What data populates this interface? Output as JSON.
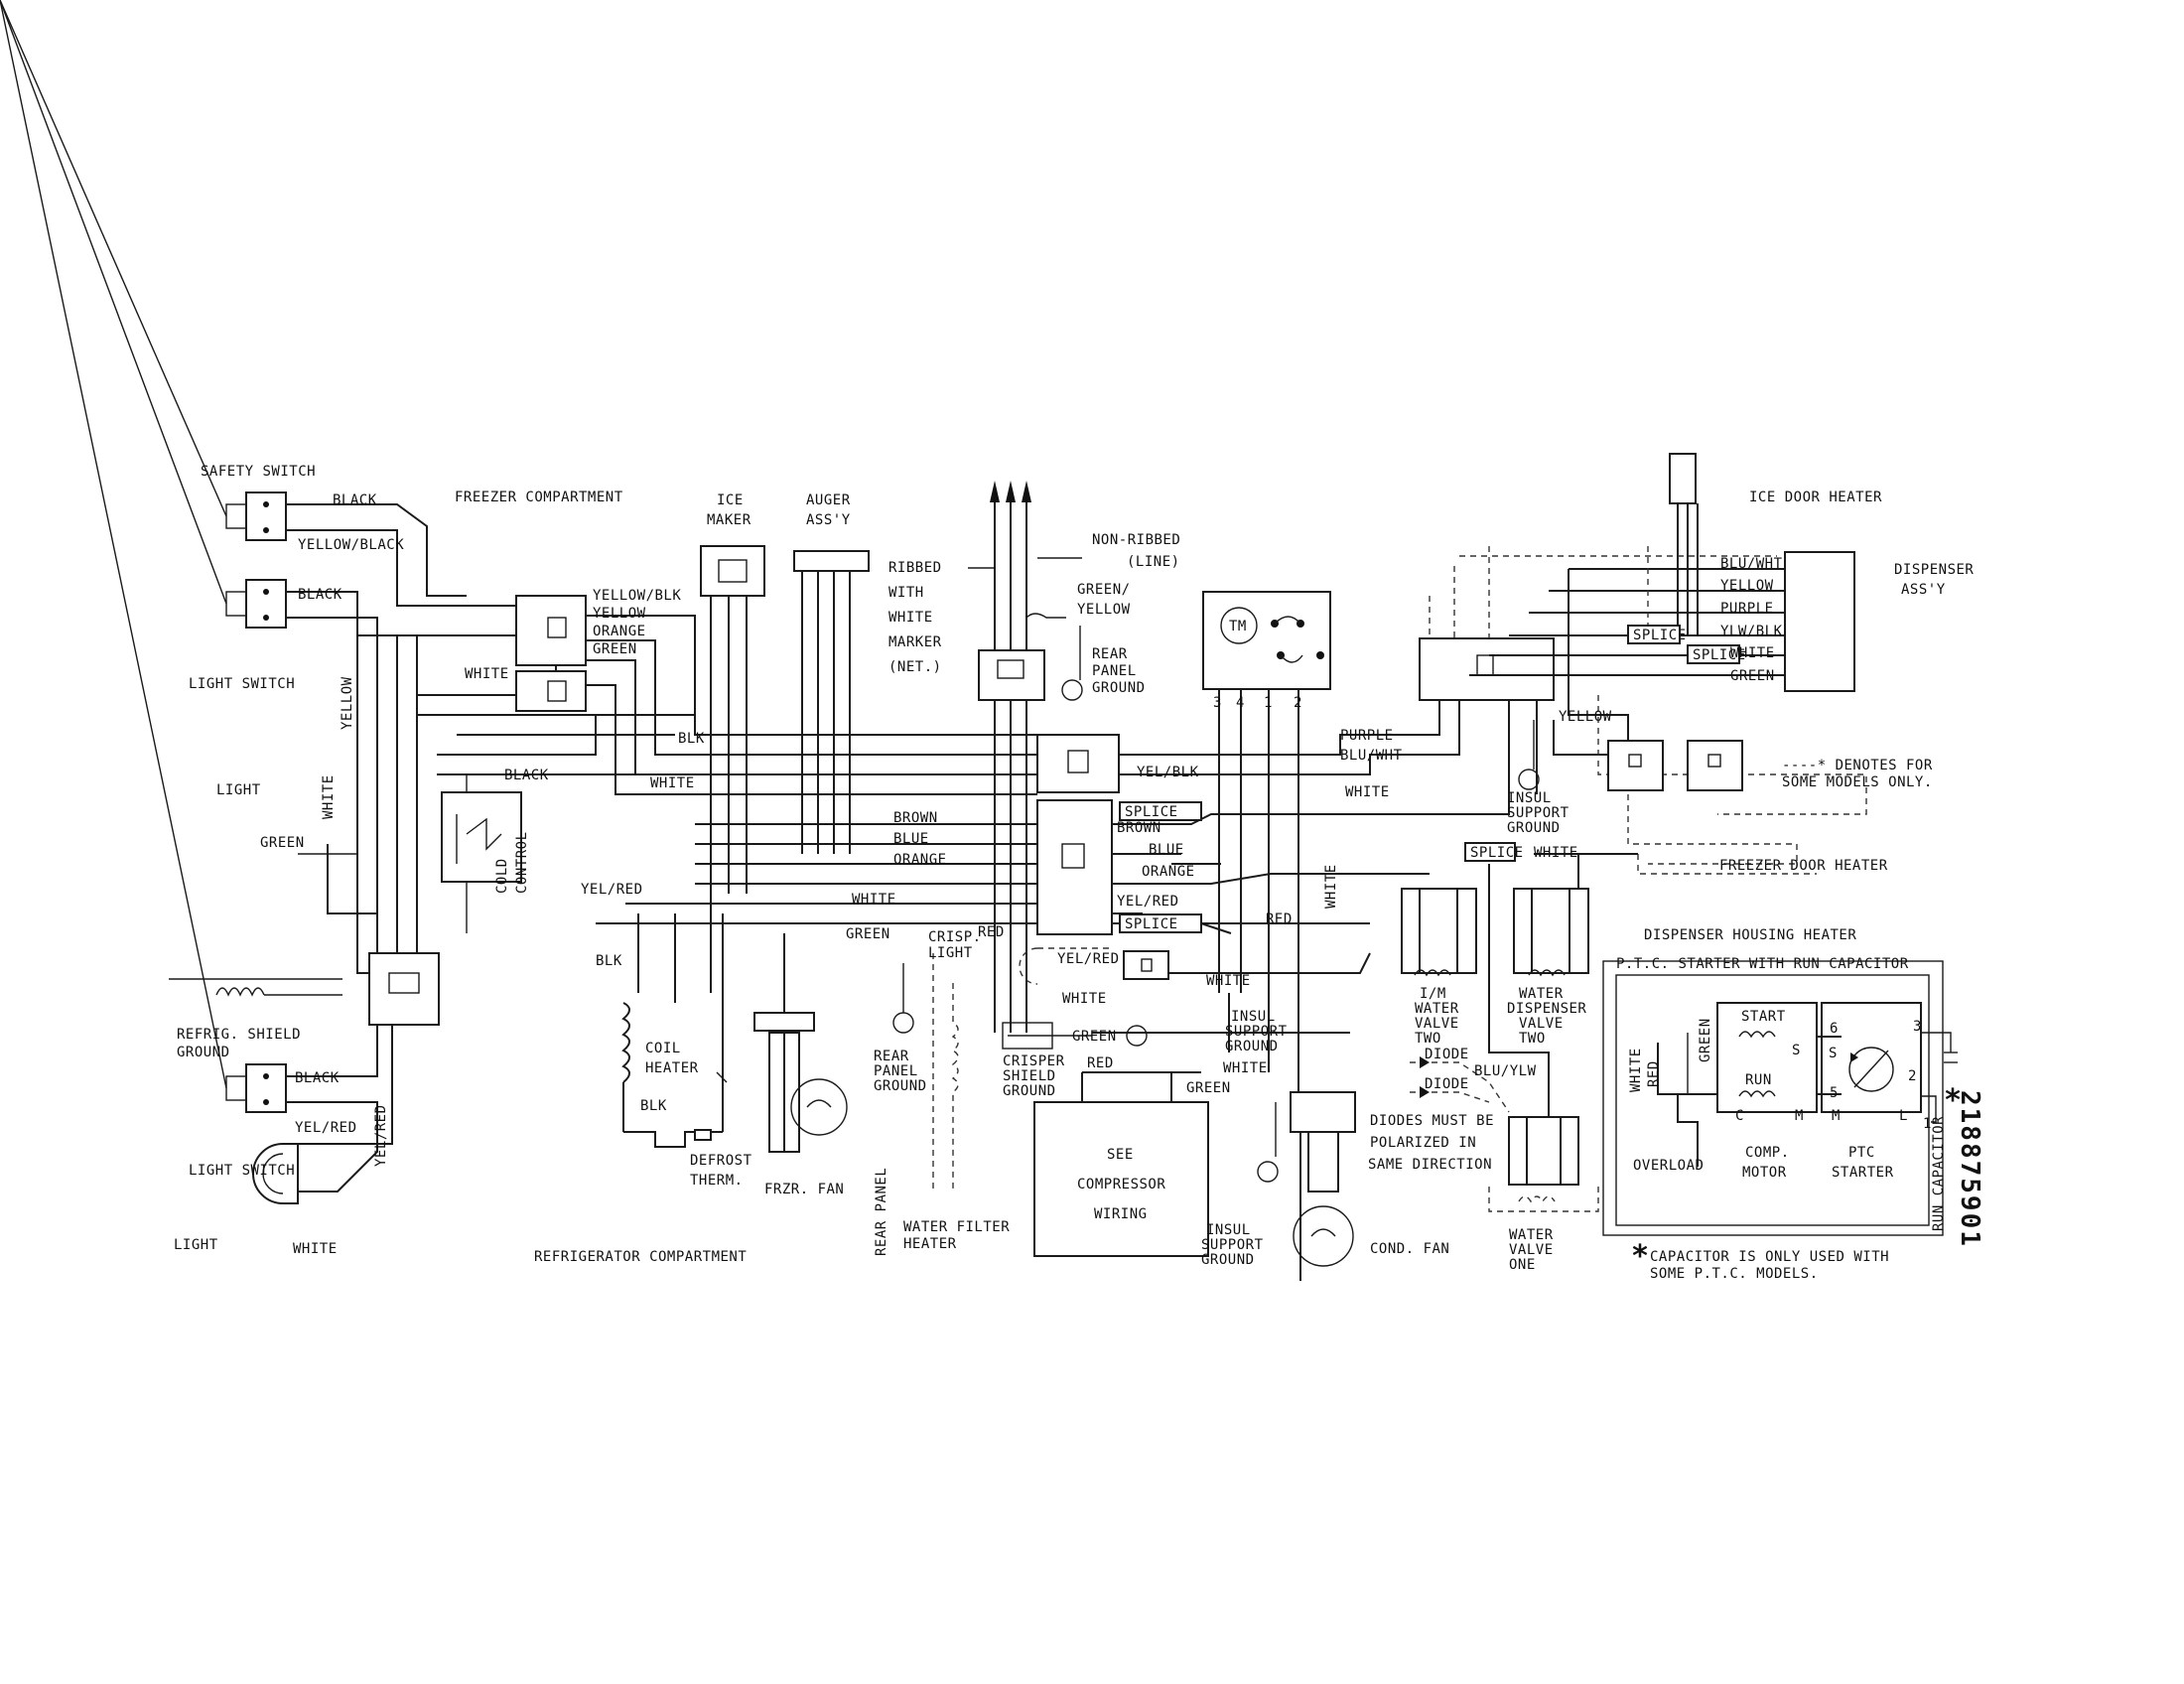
{
  "diagram": {
    "part_number": "218875901",
    "asterisk": "*",
    "compartments": {
      "freezer": "FREEZER COMPARTMENT",
      "refrigerator": "REFRIGERATOR COMPARTMENT"
    },
    "components": {
      "safety_switch": "SAFETY SWITCH",
      "light_switch_top": "LIGHT SWITCH",
      "light_top": "LIGHT",
      "cold_control": [
        "COLD",
        "CONTROL"
      ],
      "refrig_shield_ground": [
        "REFRIG. SHIELD",
        "GROUND"
      ],
      "light_switch_bottom": "LIGHT SWITCH",
      "light_bottom": "LIGHT",
      "ice_maker": [
        "ICE",
        "MAKER"
      ],
      "auger_assy": [
        "AUGER",
        "ASS'Y"
      ],
      "coil_heater": [
        "COIL",
        "HEATER"
      ],
      "defrost_therm": [
        "DEFROST",
        "THERM."
      ],
      "frzr_fan": "FRZR. FAN",
      "rear_panel_ground": [
        "REAR",
        "PANEL",
        "GROUND"
      ],
      "rear_panel_ground_2": [
        "REAR",
        "PANEL",
        "GROUND"
      ],
      "rear_panel": "REAR PANEL",
      "water_filter_heater": [
        "WATER FILTER",
        "HEATER"
      ],
      "crisp_light": [
        "CRISP.",
        "LIGHT"
      ],
      "crisper_shield_ground": [
        "CRISPER",
        "SHIELD",
        "GROUND"
      ],
      "insul_support_ground_1": [
        "INSUL",
        "SUPPORT",
        "GROUND"
      ],
      "see_compressor_wiring": [
        "SEE",
        "COMPRESSOR",
        "WIRING"
      ],
      "insul_support_ground_2": [
        "INSUL",
        "SUPPORT",
        "GROUND"
      ],
      "cond_fan": "COND. FAN",
      "insul_support_ground_3": [
        "INSUL",
        "SUPPORT",
        "GROUND"
      ],
      "im_water_valve_two": [
        "I/M",
        "WATER",
        "VALVE",
        "TWO"
      ],
      "water_dispenser_valve_two": [
        "WATER",
        "DISPENSER",
        "VALVE",
        "TWO"
      ],
      "water_valve_one": [
        "WATER",
        "VALVE",
        "ONE"
      ],
      "ice_door_heater": "ICE DOOR HEATER",
      "dispenser_assy": [
        "DISPENSER",
        "ASS'Y"
      ],
      "freezer_door_heater": "FREEZER DOOR HEATER",
      "dispenser_housing_heater": "DISPENSER HOUSING HEATER",
      "tm": "TM"
    },
    "cord": {
      "ribbed": [
        "RIBBED",
        "WITH",
        "WHITE",
        "MARKER",
        "(NET.)"
      ],
      "non_ribbed": [
        "NON-RIBBED",
        "(LINE)"
      ],
      "green_yellow": [
        "GREEN/",
        "YELLOW"
      ]
    },
    "timer_terminals": [
      "3",
      "4",
      "1",
      "2"
    ],
    "wire_labels": {
      "black_1": "BLACK",
      "yellow_black_1": "YELLOW/BLACK",
      "black_2": "BLACK",
      "yellow_vert": "YELLOW",
      "white_vert": "WHITE",
      "green_1": "GREEN",
      "black_3": "BLACK",
      "yel_red_1": "YEL/RED",
      "yellow_blk": "YELLOW/BLK",
      "yellow_2": "YELLOW",
      "orange_1": "ORANGE",
      "green_2": "GREEN",
      "white_2": "WHITE",
      "blk_1": "BLK",
      "white_3": "WHITE",
      "brown_1": "BROWN",
      "blue_1": "BLUE",
      "orange_2": "ORANGE",
      "white_4": "WHITE",
      "green_3": "GREEN",
      "red_1": "RED",
      "blk_2": "BLK",
      "blk_3": "BLK",
      "purple_1": "PURPLE",
      "blu_wht_1": "BLU/WHT",
      "yel_blk_1": "YEL/BLK",
      "white_5": "WHITE",
      "splice_1": "SPLICE",
      "brown_2": "BROWN",
      "blue_2": "BLUE",
      "orange_3": "ORANGE",
      "yel_red_2": "YEL/RED",
      "splice_2": "SPLICE",
      "red_2": "RED",
      "yel_red_3": "YEL/RED",
      "white_6": "WHITE",
      "white_7": "WHITE",
      "green_4": "GREEN",
      "red_3": "RED",
      "white_8": "WHITE",
      "green_5": "GREEN",
      "white_vert_2": "WHITE",
      "yellow_3": "YELLOW",
      "splice_3": "SPLICE",
      "white_9": "WHITE",
      "black_4": "BLACK",
      "yel_red_4": "YEL/RED",
      "yel_red_vert": "YEL/RED",
      "white_10": "WHITE",
      "blu_wht_2": "BLU/WHT",
      "yellow_4": "YELLOW",
      "purple_2": "PURPLE",
      "ylw_blk": "YLW/BLK",
      "white_11": "WHITE",
      "green_6": "GREEN",
      "splice_4": "SPLICE",
      "splice_5": "SPLICE",
      "diode_1": "DIODE",
      "diode_2": "DIODE",
      "blu_ylw": "BLU/YLW"
    },
    "notes": {
      "diodes": [
        "DIODES MUST BE",
        "POLARIZED IN",
        "SAME DIRECTION"
      ],
      "denotes": [
        "----* DENOTES FOR",
        "SOME MODELS ONLY."
      ],
      "capacitor": [
        "CAPACITOR IS ONLY USED WITH",
        "SOME P.T.C. MODELS."
      ]
    },
    "ptc_starter": {
      "title": "P.T.C. STARTER WITH RUN CAPACITOR",
      "start": "START",
      "run": "RUN",
      "s": "S",
      "c": "C",
      "m": "M",
      "l": "L",
      "s2": "S",
      "m2": "M",
      "n6": "6",
      "n5": "5",
      "n3": "3",
      "n2": "2",
      "n1": "1",
      "white": "WHITE",
      "red": "RED",
      "green": "GREEN",
      "overload": "OVERLOAD",
      "comp_motor": [
        "COMP.",
        "MOTOR"
      ],
      "ptc_starter": [
        "PTC",
        "STARTER"
      ],
      "run_capacitor": "RUN CAPACITOR"
    }
  }
}
